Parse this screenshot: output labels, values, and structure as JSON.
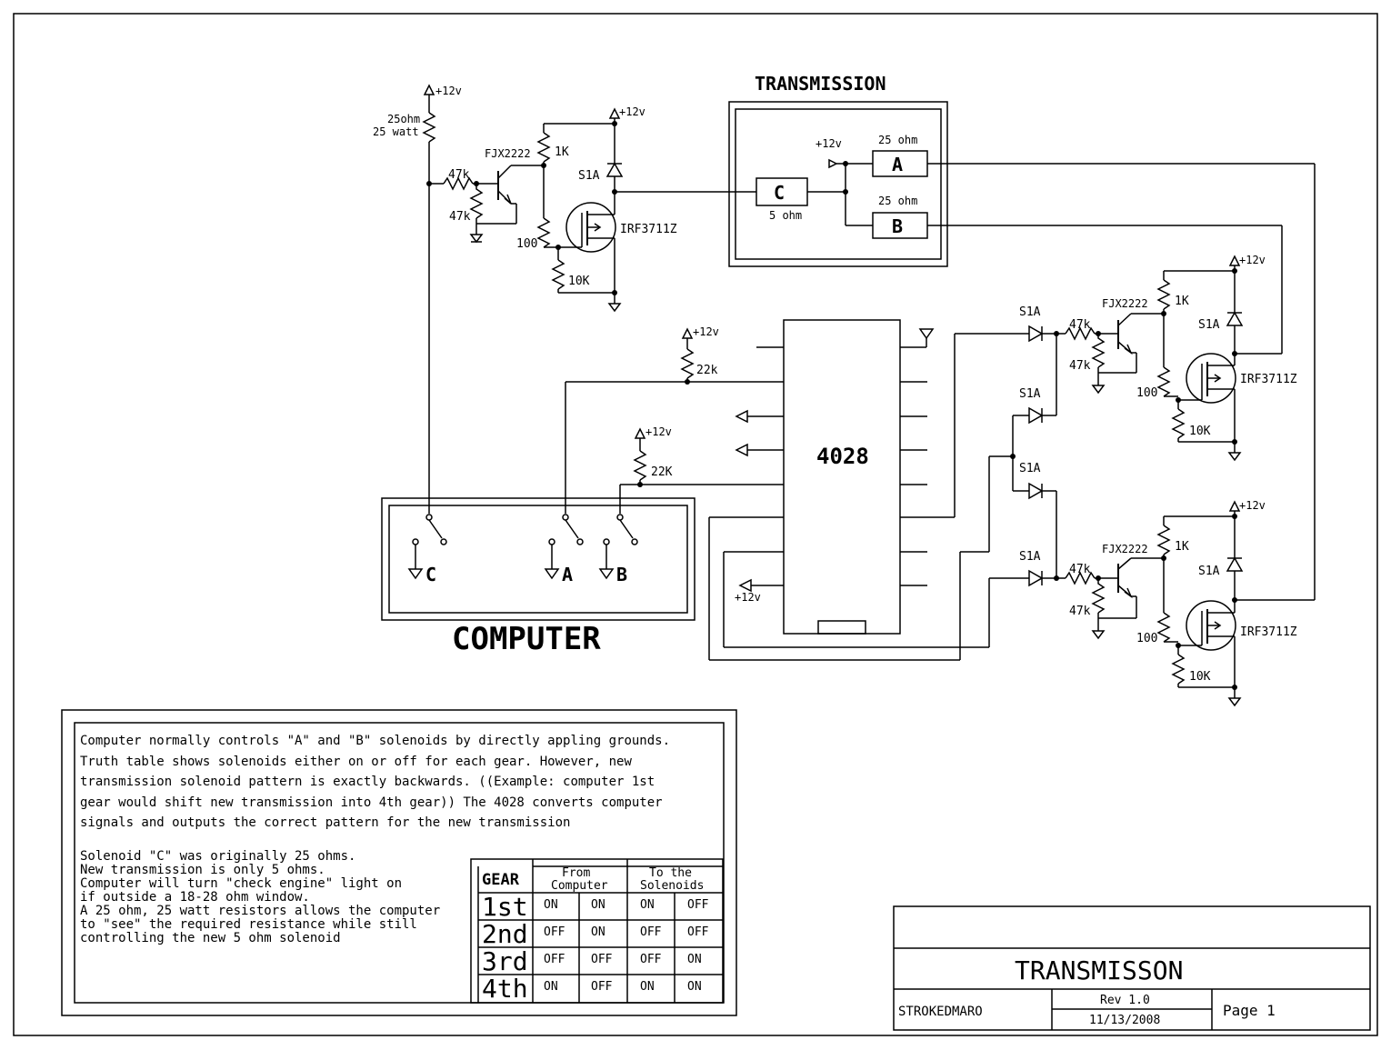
{
  "sheet": {
    "title": "TRANSMISSON",
    "author": "STROKEDMARO",
    "rev": "Rev 1.0",
    "date": "11/13/2008",
    "page": "Page 1"
  },
  "blocks": {
    "transmission": "TRANSMISSION",
    "computer": "COMPUTER",
    "ic": "4028"
  },
  "labels": {
    "p12": "+12v",
    "r25": "25ohm",
    "r25w": "25 watt",
    "fjx": "FJX2222",
    "k1": "1K",
    "k47": "47k",
    "r100": "100",
    "k10": "10K",
    "k22a": "22k",
    "k22b": "22K",
    "s1a": "S1A",
    "irf": "IRF3711Z",
    "sol_a": "A",
    "sol_b": "B",
    "sol_c": "C",
    "ohm25": "25 ohm",
    "ohm5": "5 ohm"
  },
  "notes": {
    "line1": "Computer normally controls \"A\" and \"B\" solenoids by directly appling grounds.",
    "line2": "Truth table shows solenoids either on or off for each gear. However,  new",
    "line3": "transmission solenoid pattern is exactly backwards. ((Example: computer 1st",
    "line4": "gear would shift new transmission into 4th gear))  The 4028 converts computer",
    "line5": "signals and outputs the correct pattern for the new transmission",
    "line6": "Solenoid \"C\" was originally 25 ohms.",
    "line7": "New transmission is only 5 ohms.",
    "line8": "Computer will turn \"check engine\" light on",
    "line9": "if outside a 18-28 ohm window.",
    "line10": "A 25 ohm, 25 watt resistors allows the computer",
    "line11": "to \"see\" the required resistance while still",
    "line12": "controlling the new 5 ohm solenoid"
  },
  "truth_table": {
    "gear_header": "GEAR",
    "from_header_1": "From",
    "from_header_2": "Computer",
    "to_header_1": "To the",
    "to_header_2": "Solenoids",
    "rows": [
      {
        "gear": "1st",
        "c1": "ON",
        "c2": "ON",
        "s1": "ON",
        "s2": "OFF"
      },
      {
        "gear": "2nd",
        "c1": "OFF",
        "c2": "ON",
        "s1": "OFF",
        "s2": "OFF"
      },
      {
        "gear": "3rd",
        "c1": "OFF",
        "c2": "OFF",
        "s1": "OFF",
        "s2": "ON"
      },
      {
        "gear": "4th",
        "c1": "ON",
        "c2": "OFF",
        "s1": "ON",
        "s2": "ON"
      }
    ]
  }
}
